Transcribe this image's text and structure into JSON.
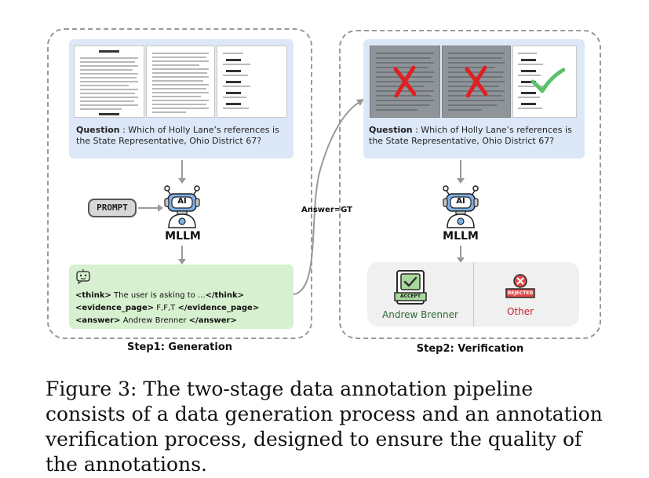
{
  "step1": {
    "label": "Step1: Generation",
    "question_label": "Question",
    "question_text": " : Which of Holly Lane’s references is the State Representative, Ohio District 67?",
    "prompt_label": "PROMPT",
    "model_label": "MLLM",
    "model_icon_text": "AI",
    "output_lines": [
      {
        "open": "<think>",
        "body": " The user is asking to ...",
        "close": "</think>"
      },
      {
        "open": "<evidence_page>",
        "body": " F,F,T ",
        "close": "</evidence_page>"
      },
      {
        "open": "<answer>",
        "body": " Andrew Brenner ",
        "close": "</answer>"
      }
    ]
  },
  "connector": {
    "label": "Answer=GT"
  },
  "step2": {
    "label": "Step2: Verification",
    "question_label": "Question",
    "question_text": " : Which of Holly Lane’s references is the State Representative, Ohio District 67?",
    "model_label": "MLLM",
    "model_icon_text": "AI",
    "accept": {
      "stamp": "ACCEPT",
      "answer": "Andrew Brenner",
      "color": "#2e6b2e"
    },
    "reject": {
      "stamp": "REJECTED",
      "answer": "Other",
      "color": "#c8202a"
    }
  },
  "caption": "Figure 3: The two-stage data annotation pipeline consists of a data generation process and an annotation verification process, designed to ensure the quality of the annotations."
}
